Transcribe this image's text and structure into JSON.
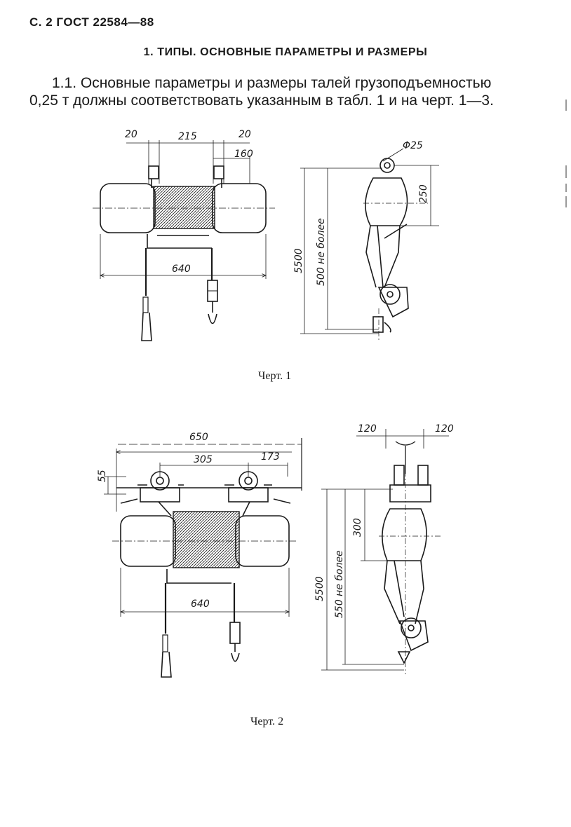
{
  "header": {
    "running_head": "С. 2 ГОСТ 22584—88"
  },
  "section": {
    "title": "1. ТИПЫ. ОСНОВНЫЕ ПАРАМЕТРЫ И РАЗМЕРЫ",
    "paragraph": "1.1. Основные параметры и размеры талей грузоподъемностью 0,25 т должны соответствовать указанным в табл. 1 и на черт. 1—3."
  },
  "drawing_1": {
    "caption": "Черт. 1",
    "dim_20_left": "20",
    "dim_215": "215",
    "dim_20_right": "20",
    "dim_160": "160",
    "dim_640": "640",
    "dim_phi25": "Φ25",
    "dim_250": "250",
    "dim_5500": "5500",
    "dim_500_max": "500 не более"
  },
  "drawing_2": {
    "caption": "Черт. 2",
    "dim_650": "650",
    "dim_305": "305",
    "dim_173": "173",
    "dim_55": "55",
    "dim_640": "640",
    "dim_120_left": "120",
    "dim_120_right": "120",
    "dim_300": "300",
    "dim_5500": "5500",
    "dim_550_max": "550 не более"
  },
  "colors": {
    "ink": "#1a1a1a",
    "paper": "#ffffff"
  }
}
